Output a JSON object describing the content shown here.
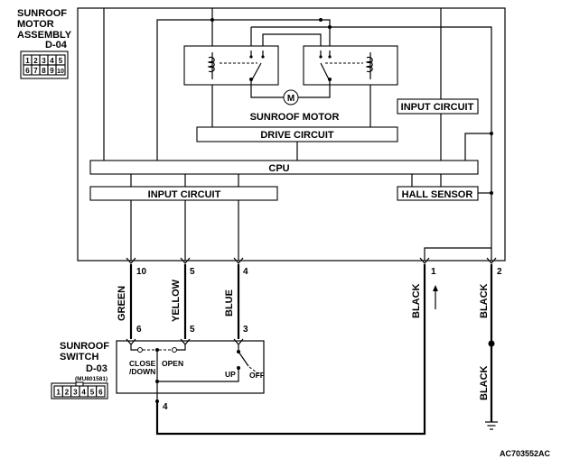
{
  "motor_assembly": {
    "title_line1": "SUNROOF",
    "title_line2": "MOTOR",
    "title_line3": "ASSEMBLY",
    "connector": "D-04",
    "pins_top": [
      "1",
      "2",
      "3",
      "4",
      "5"
    ],
    "pins_bottom": [
      "6",
      "7",
      "8",
      "9",
      "10"
    ]
  },
  "blocks": {
    "sunroof_motor": "SUNROOF MOTOR",
    "motor_symbol": "M",
    "drive_circuit": "DRIVE CIRCUIT",
    "cpu": "CPU",
    "input_circuit_left": "INPUT CIRCUIT",
    "input_circuit_right": "INPUT CIRCUIT",
    "hall_sensor": "HALL SENSOR"
  },
  "assembly_pins": {
    "p10": "10",
    "p5": "5",
    "p4": "4",
    "p1": "1",
    "p2": "2"
  },
  "wires": {
    "green": "GREEN",
    "yellow": "YELLOW",
    "blue": "BLUE",
    "black_1": "BLACK",
    "black_2": "BLACK",
    "black_3": "BLACK"
  },
  "switch": {
    "title_line1": "SUNROOF",
    "title_line2": "SWITCH",
    "connector": "D-03",
    "part_number": "(MU801581)",
    "pins": [
      "1",
      "2",
      "3",
      "4",
      "5",
      "6"
    ],
    "pin_6": "6",
    "pin_5": "5",
    "pin_3": "3",
    "pin_4": "4",
    "close_line1": "CLOSE",
    "close_line2": "/DOWN",
    "open": "OPEN",
    "up": "UP",
    "off": "OFF"
  },
  "figure_code": "AC703552AC"
}
